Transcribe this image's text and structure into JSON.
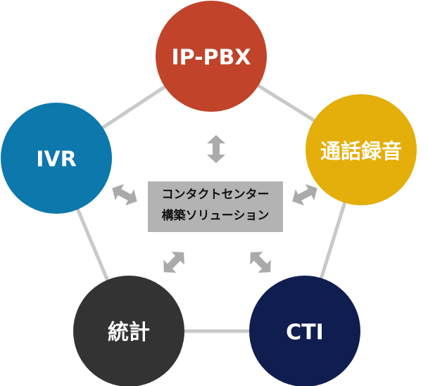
{
  "nodes": {
    "ippbx": {
      "label": "IP-PBX",
      "color": "#c0432a"
    },
    "recording": {
      "label": "通話録音",
      "color": "#e4ae0b"
    },
    "cti": {
      "label": "CTI",
      "color": "#101d4f"
    },
    "stats": {
      "label": "統計",
      "color": "#333333"
    },
    "ivr": {
      "label": "IVR",
      "color": "#0c78ab"
    }
  },
  "center": {
    "line1": "コンタクトセンター",
    "line2": "構築ソリューション",
    "background": "#b3b3b3"
  },
  "connector_color": "#c9c9c9",
  "arrow_color": "#aaaaaa"
}
